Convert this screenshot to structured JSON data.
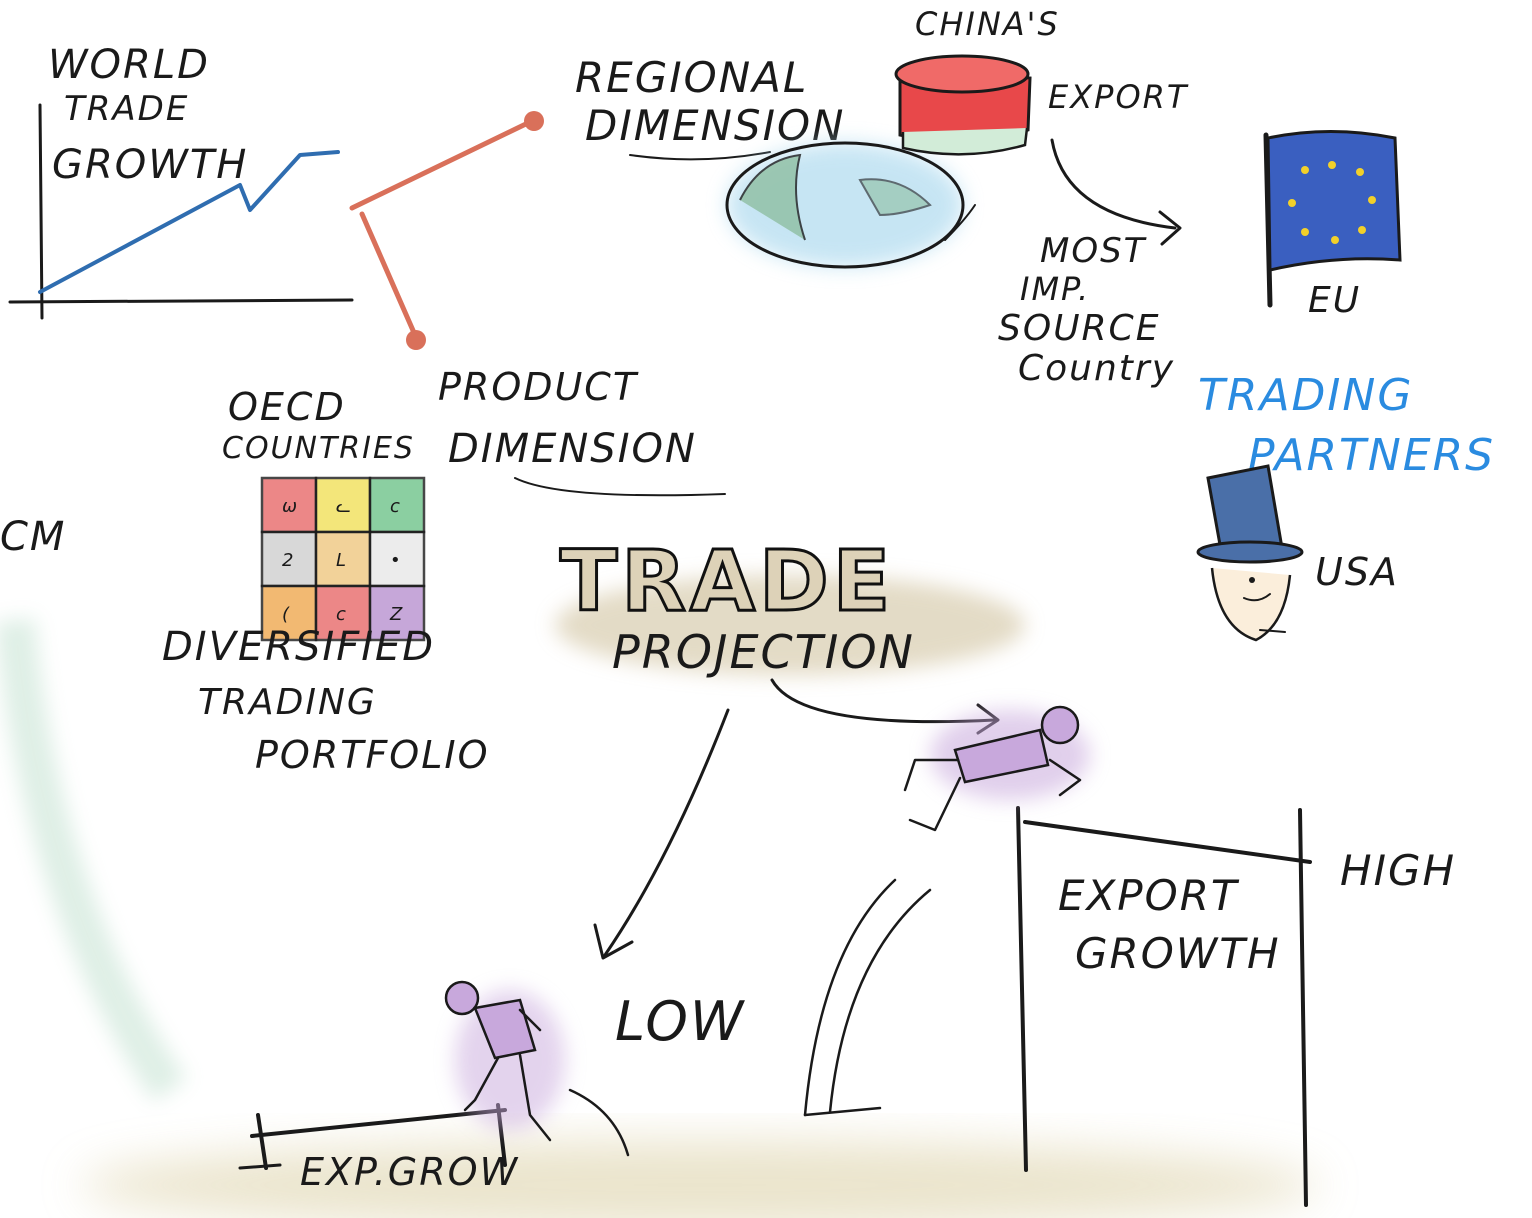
{
  "title": {
    "main": "TRADE",
    "sub": "PROJECTION"
  },
  "world_trade_growth": {
    "label_line1": "WORLD",
    "label_line2": "TRADE",
    "label_line3": "GROWTH"
  },
  "regional_dimension": {
    "label_line1": "REGIONAL",
    "label_line2": "DIMENSION"
  },
  "china_export": {
    "label_line1": "CHINA'S",
    "label_line2": "EXPORT"
  },
  "most_imp_source": {
    "line1": "MOST",
    "line2": "IMP.",
    "line3": "SOURCE",
    "line4": "Country"
  },
  "eu": {
    "label": "EU"
  },
  "trading_partners": {
    "line1": "TRADING",
    "line2": "PARTNERS"
  },
  "usa": {
    "label": "USA"
  },
  "product_dimension": {
    "line1": "PRODUCT",
    "line2": "DIMENSION"
  },
  "oecd": {
    "line1": "OECD",
    "line2": "COUNTRIES"
  },
  "diversified": {
    "line1": "DIVERSIFIED",
    "line2": "TRADING",
    "line3": "PORTFOLIO"
  },
  "low": {
    "label": "LOW"
  },
  "high": {
    "label": "HIGH"
  },
  "export_growth": {
    "line1": "EXPORT",
    "line2": "GROWTH"
  },
  "exp_grow": {
    "label": "EXP.GROW"
  },
  "left_edge": {
    "fragment": "CM"
  },
  "colors": {
    "ink": "#1a1a1a",
    "connector": "#d9705a",
    "blue_accent": "#2a8be0",
    "chart_line": "#2f6db0",
    "china_red": "#e8484a",
    "globe_blue": "#a9d8ee",
    "globe_green": "#8fbfa2",
    "eu_blue": "#3a5fc0",
    "eu_stars": "#f2d02a",
    "figure_purple": "#c8a8dc",
    "hat_blue": "#4a6fa8",
    "ground": "#e4dcbc"
  },
  "oecd_grid_colors": [
    [
      "#e86a6a",
      "#f1e05a",
      "#6fc48a"
    ],
    [
      "#cfcfcf",
      "#f0c880",
      "#e8e8e8"
    ],
    [
      "#f0a850",
      "#e86a6a",
      "#b892d0"
    ]
  ],
  "oecd_grid_marks": [
    [
      "ω",
      "ᓚ",
      "c"
    ],
    [
      "2",
      "L",
      "•"
    ],
    [
      "(",
      "c",
      "Z"
    ]
  ]
}
